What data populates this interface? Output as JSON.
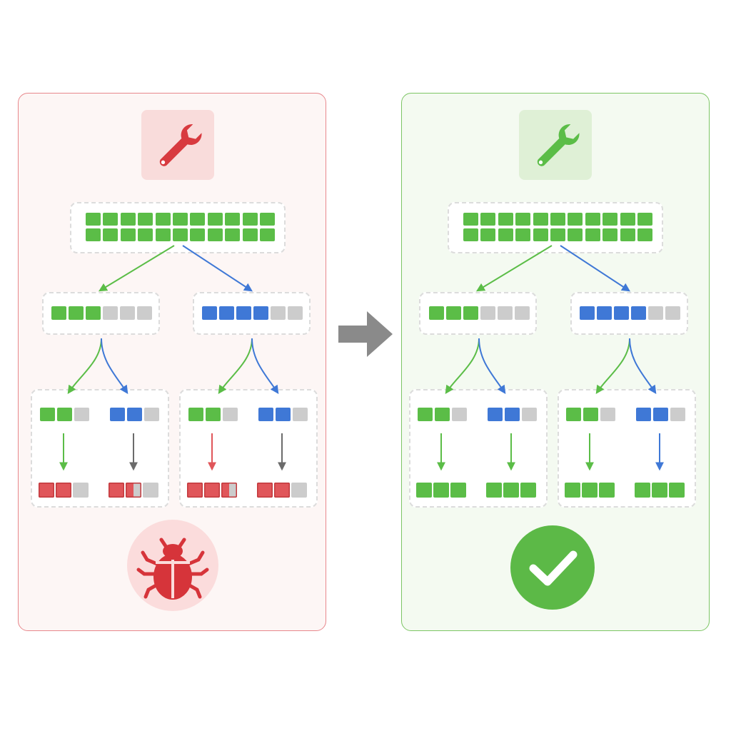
{
  "colors": {
    "green": "#5bbd47",
    "blue": "#3f78d6",
    "gray": "#cccccc",
    "red": "#e0565a",
    "dark_gray": "#6b6b6b",
    "bug_red": "#d6343a",
    "bug_bg": "#fbdcdc",
    "check_green": "#5cb947",
    "arrow_gray": "#8a8a8a"
  },
  "icons": {
    "left_tool": "wrench-icon",
    "right_tool": "wrench-icon",
    "left_status": "bug-icon",
    "right_status": "checkmark-icon",
    "transition": "arrow-right-icon"
  },
  "panels": [
    {
      "id": "left",
      "state": "broken",
      "tool_color": "#d83a3f",
      "tool_bg": "#f9dcdb",
      "top_block": {
        "rows": 2,
        "cols": 11,
        "color": "green"
      },
      "mid_blocks": [
        [
          "green",
          "green",
          "green",
          "gray",
          "gray",
          "gray"
        ],
        [
          "blue",
          "blue",
          "blue",
          "blue",
          "gray",
          "gray"
        ]
      ],
      "leaf_groups": [
        {
          "inputs": [
            [
              "green",
              "green",
              "gray"
            ],
            [
              "blue",
              "blue",
              "gray"
            ]
          ],
          "arrow_colors": [
            "green",
            "dark_gray"
          ],
          "outputs": [
            [
              "red",
              "red",
              "gray"
            ],
            [
              "red",
              "red-half",
              "gray"
            ]
          ]
        },
        {
          "inputs": [
            [
              "green",
              "green",
              "gray"
            ],
            [
              "blue",
              "blue",
              "gray"
            ]
          ],
          "arrow_colors": [
            "red",
            "dark_gray"
          ],
          "outputs": [
            [
              "red",
              "red",
              "red-half"
            ],
            [
              "red",
              "red",
              "gray"
            ]
          ]
        }
      ]
    },
    {
      "id": "right",
      "state": "fixed",
      "tool_color": "#5bbd47",
      "tool_bg": "#dff0d6",
      "top_block": {
        "rows": 2,
        "cols": 11,
        "color": "green"
      },
      "mid_blocks": [
        [
          "green",
          "green",
          "green",
          "gray",
          "gray",
          "gray"
        ],
        [
          "blue",
          "blue",
          "blue",
          "blue",
          "gray",
          "gray"
        ]
      ],
      "leaf_groups": [
        {
          "inputs": [
            [
              "green",
              "green",
              "gray"
            ],
            [
              "blue",
              "blue",
              "gray"
            ]
          ],
          "arrow_colors": [
            "green",
            "green"
          ],
          "outputs": [
            [
              "green",
              "green",
              "green"
            ],
            [
              "green",
              "green",
              "green"
            ]
          ]
        },
        {
          "inputs": [
            [
              "green",
              "green",
              "gray"
            ],
            [
              "blue",
              "blue",
              "gray"
            ]
          ],
          "arrow_colors": [
            "green",
            "blue"
          ],
          "outputs": [
            [
              "green",
              "green",
              "green"
            ],
            [
              "green",
              "green",
              "green"
            ]
          ]
        }
      ]
    }
  ]
}
